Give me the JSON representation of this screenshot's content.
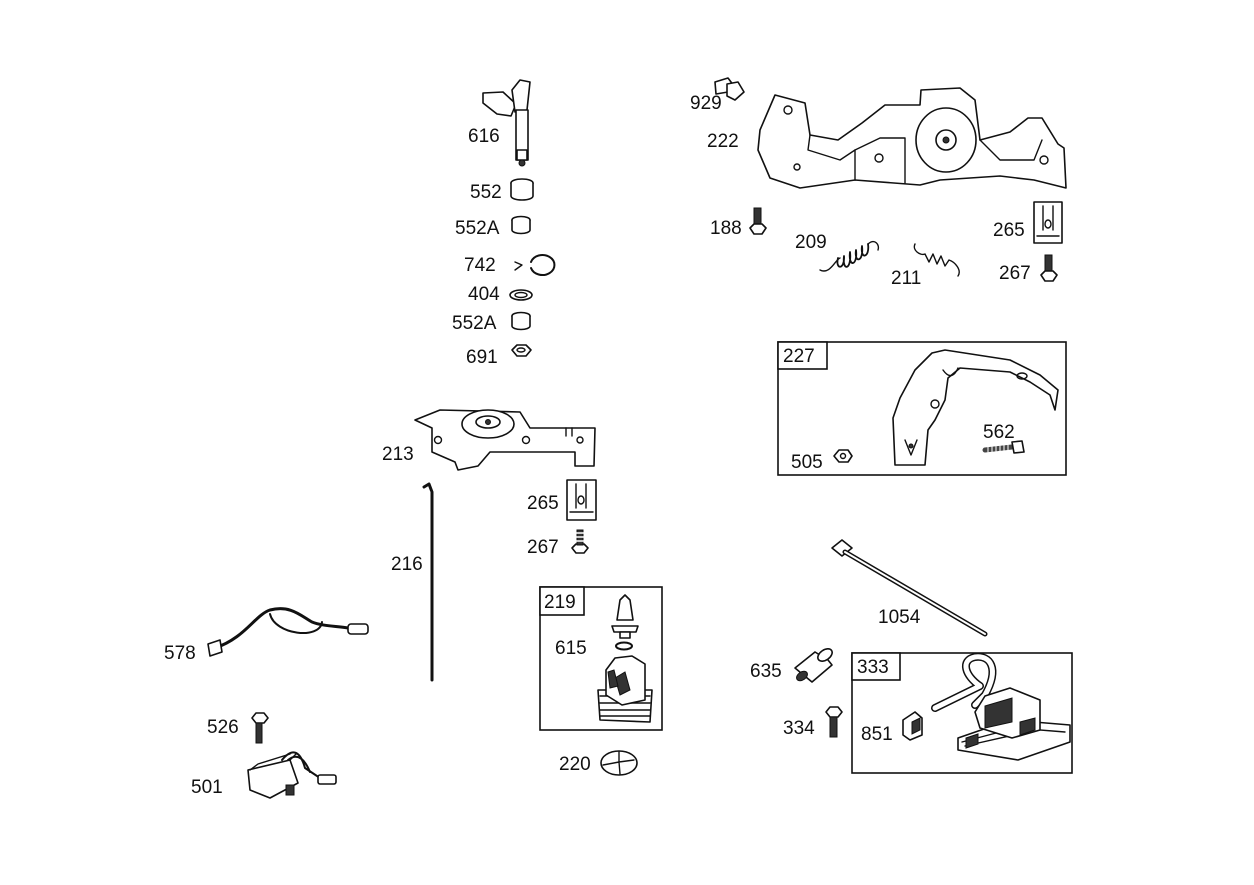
{
  "parts": {
    "p616": "616",
    "p552": "552",
    "p552a_1": "552A",
    "p742": "742",
    "p404": "404",
    "p552a_2": "552A",
    "p691": "691",
    "p213": "213",
    "p265_a": "265",
    "p267_a": "267",
    "p216": "216",
    "p578": "578",
    "p526": "526",
    "p501": "501",
    "p219": "219",
    "p615": "615",
    "p220": "220",
    "p929": "929",
    "p222": "222",
    "p188": "188",
    "p209": "209",
    "p211": "211",
    "p265_b": "265",
    "p267_b": "267",
    "p227": "227",
    "p505": "505",
    "p562": "562",
    "p1054": "1054",
    "p635": "635",
    "p334": "334",
    "p333": "333",
    "p851": "851"
  }
}
